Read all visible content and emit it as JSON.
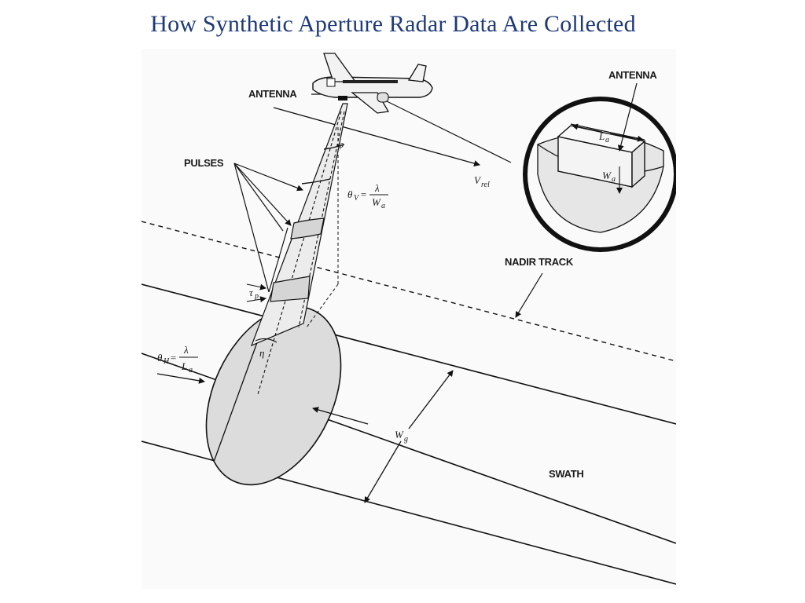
{
  "title": "How Synthetic Aperture Radar Data Are Collected",
  "diagram": {
    "labels": {
      "antenna_left": "ANTENNA",
      "antenna_inset": "ANTENNA",
      "pulses": "PULSES",
      "nadir_track": "NADIR TRACK",
      "swath": "SWATH",
      "v_rel": "V",
      "v_rel_sub": "rel",
      "phi": "φ",
      "theta_v": "θ",
      "theta_v_sub": "V",
      "theta_v_num": "λ",
      "theta_v_den": "W",
      "theta_v_den_sub": "a",
      "theta_h": "θ",
      "theta_h_sub": "H",
      "theta_h_num": "λ",
      "theta_h_den": "L",
      "theta_h_den_sub": "a",
      "eta": "η",
      "tau": "τ",
      "tau_sub": "p",
      "wg": "W",
      "wg_sub": "g",
      "la": "L",
      "la_sub": "a",
      "wa": "W",
      "wa_sub": "a"
    }
  }
}
